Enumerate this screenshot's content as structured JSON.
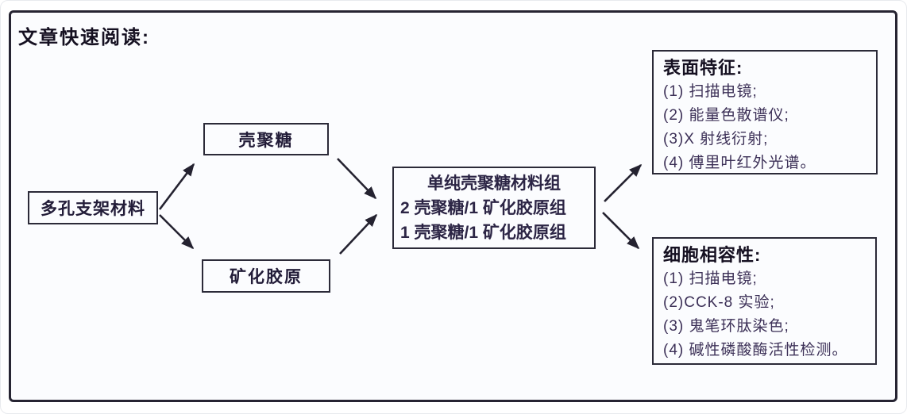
{
  "title": "文章快速阅读:",
  "colors": {
    "outer_border": "#262432",
    "node_border": "#2b2a38",
    "heading_text": "#151021",
    "body_text": "#3c3057",
    "arrow": "#242230",
    "panel_background": "#fbfcfe"
  },
  "nodes": {
    "source": {
      "label": "多孔支架材料"
    },
    "chitosan": {
      "label": "壳聚糖"
    },
    "collagen": {
      "label": "矿化胶原"
    },
    "groups": {
      "line1": "单纯壳聚糖材料组",
      "line2": "2 壳聚糖/1 矿化胶原组",
      "line3": "1 壳聚糖/1 矿化胶原组"
    },
    "surface": {
      "header": "表面特征:",
      "items": [
        "(1) 扫描电镜;",
        "(2) 能量色散谱仪;",
        "(3)X 射线衍射;",
        "(4) 傅里叶红外光谱。"
      ]
    },
    "cell": {
      "header": "细胞相容性:",
      "items": [
        "(1) 扫描电镜;",
        "(2)CCK-8 实验;",
        "(3) 鬼笔环肽染色;",
        "(4) 碱性磷酸酶活性检测。"
      ]
    }
  }
}
